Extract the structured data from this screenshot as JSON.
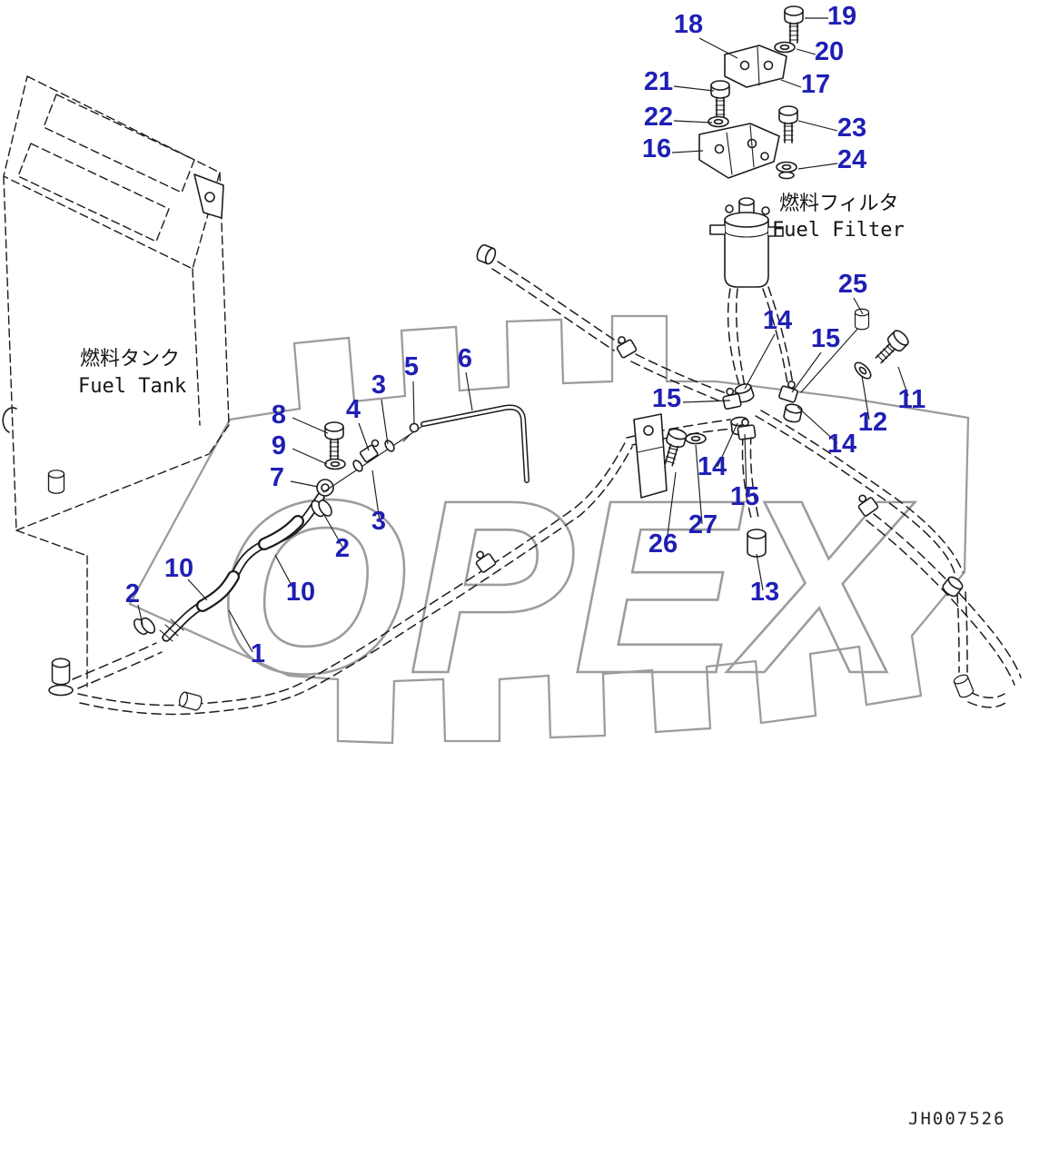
{
  "page": {
    "drawing_number": "JH007526",
    "watermark": "OPEX"
  },
  "labels": {
    "fuel_tank_jp": "燃料タンク",
    "fuel_tank_en": "Fuel Tank",
    "fuel_filter_jp": "燃料フィルタ",
    "fuel_filter_en": "Fuel Filter"
  },
  "colors": {
    "callout": "#1f1fb4",
    "line": "#1c1c1c",
    "watermark": "#9c9c9c"
  },
  "callouts": [
    "18",
    "19",
    "20",
    "21",
    "17",
    "22",
    "23",
    "16",
    "24",
    "25",
    "14",
    "15",
    "15",
    "11",
    "12",
    "14",
    "8",
    "4",
    "3",
    "5",
    "6",
    "9",
    "7",
    "14",
    "15",
    "3",
    "2",
    "27",
    "26",
    "10",
    "10",
    "13",
    "2",
    "1"
  ]
}
